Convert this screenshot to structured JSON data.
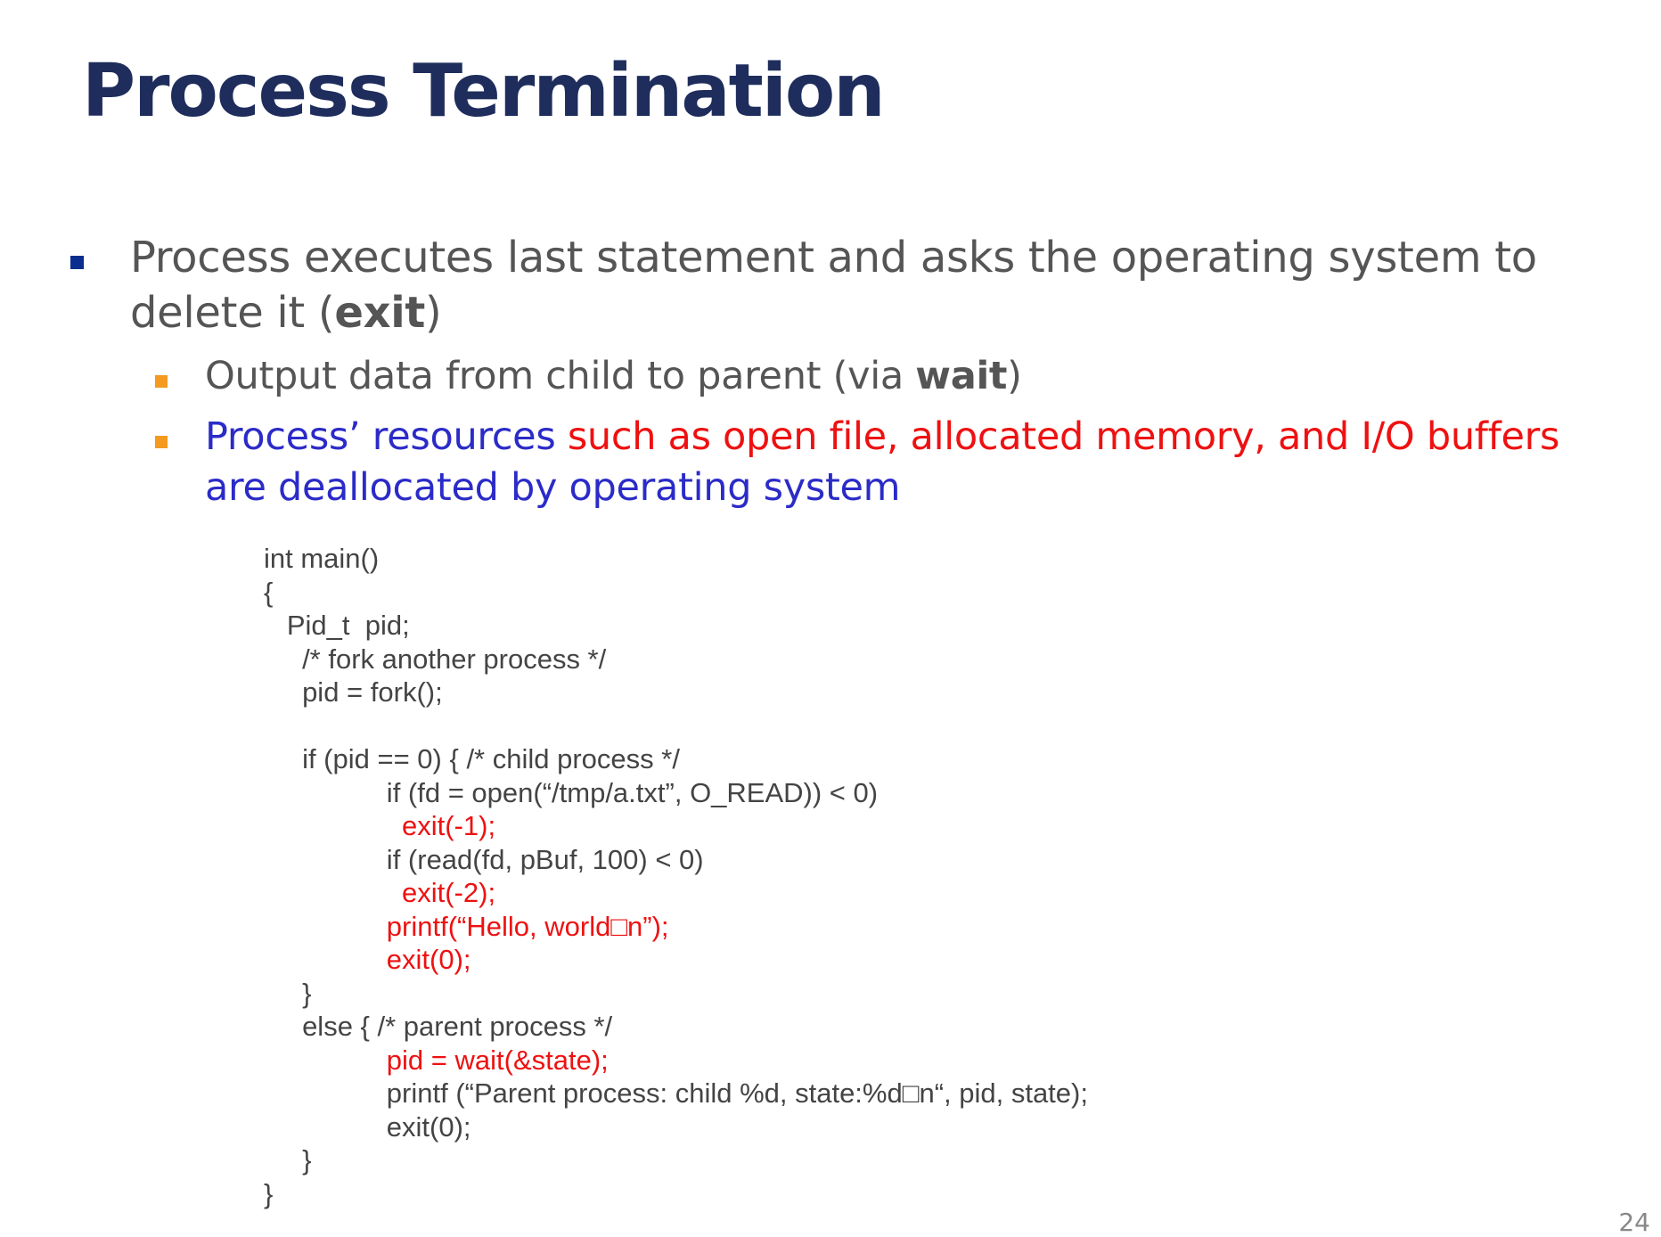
{
  "slide": {
    "title": "Process Termination",
    "bullet1": {
      "text": "Process executes last statement and asks the operating system to delete it (",
      "bold": "exit",
      "end": ")"
    },
    "sub1": {
      "text": "Output data from child to parent (via ",
      "bold": "wait",
      "end": ")"
    },
    "sub2": {
      "blue_start": "Process’ resources ",
      "red_mid": "such as open file, allocated memory, and I/O buffers",
      "blue_end": " are deallocated by operating system"
    },
    "code_lines": [
      {
        "indent": "",
        "text": "int main()",
        "color": "gray"
      },
      {
        "indent": "",
        "text": "{",
        "color": "gray"
      },
      {
        "indent": "   ",
        "text": "Pid_t  pid;",
        "color": "gray"
      },
      {
        "indent": "     ",
        "text": "/* fork another process */",
        "color": "gray"
      },
      {
        "indent": "     ",
        "text": "pid = fork();",
        "color": "gray"
      },
      {
        "indent": "",
        "text": "",
        "color": "gray"
      },
      {
        "indent": "     ",
        "text": "if (pid == 0) { /* child process */",
        "color": "gray"
      },
      {
        "indent": "                ",
        "text": "if (fd = open(“/tmp/a.txt”, O_READ)) < 0)",
        "color": "gray"
      },
      {
        "indent": "                  ",
        "text": "exit(-1);",
        "color": "red"
      },
      {
        "indent": "                ",
        "text": "if (read(fd, pBuf, 100) < 0)",
        "color": "gray"
      },
      {
        "indent": "                  ",
        "text": "exit(-2);",
        "color": "red"
      },
      {
        "indent": "                ",
        "text": "printf(“Hello, world□n”);",
        "color": "red"
      },
      {
        "indent": "                ",
        "text": "exit(0);",
        "color": "red"
      },
      {
        "indent": "     ",
        "text": "}",
        "color": "gray"
      },
      {
        "indent": "     ",
        "text": "else { /* parent process */",
        "color": "gray"
      },
      {
        "indent": "                ",
        "text": "pid = wait(&state);",
        "color": "red"
      },
      {
        "indent": "                ",
        "text": "printf (“Parent process: child %d, state:%d□n“, pid, state);",
        "color": "gray"
      },
      {
        "indent": "                ",
        "text": "exit(0);",
        "color": "gray"
      },
      {
        "indent": "     ",
        "text": "}",
        "color": "gray"
      },
      {
        "indent": "",
        "text": "}",
        "color": "gray"
      }
    ],
    "page_number": "24",
    "colors": {
      "title": "#1f2d5c",
      "bullet_l1": "#0a2d8f",
      "bullet_l2": "#f39a1f",
      "body_text": "#555555",
      "highlight_blue": "#2b2bc8",
      "highlight_red": "#ee1111"
    }
  }
}
